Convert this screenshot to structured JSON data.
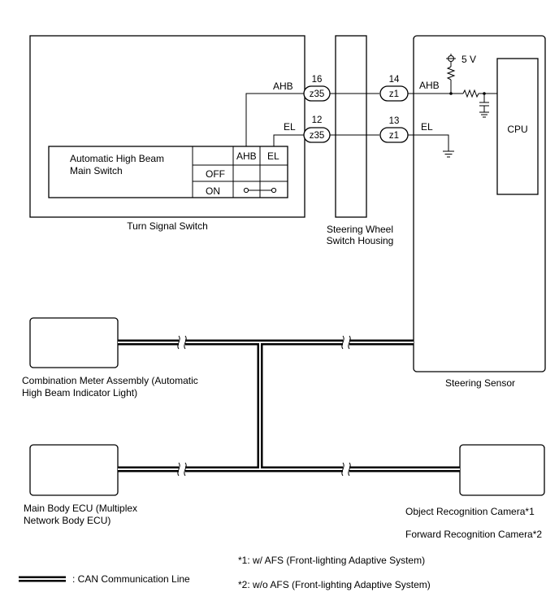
{
  "turn_signal_switch": {
    "label": "Turn Signal Switch",
    "sub_switch": {
      "name_line1": "Automatic High Beam",
      "name_line2": "Main Switch",
      "columns": [
        "AHB",
        "EL"
      ],
      "rows": [
        "OFF",
        "ON"
      ]
    },
    "terminals": [
      {
        "signal": "AHB",
        "pin": "16",
        "connector": "z35"
      },
      {
        "signal": "EL",
        "pin": "12",
        "connector": "z35"
      }
    ]
  },
  "steering_wheel_housing": {
    "label_line1": "Steering Wheel",
    "label_line2": "Switch Housing"
  },
  "steering_sensor": {
    "label": "Steering Sensor",
    "cpu_label": "CPU",
    "supply_label": "5 V",
    "terminals": [
      {
        "signal": "AHB",
        "pin": "14",
        "connector": "z1"
      },
      {
        "signal": "EL",
        "pin": "13",
        "connector": "z1"
      }
    ]
  },
  "combination_meter": {
    "label_line1": "Combination Meter Assembly (Automatic",
    "label_line2": "High Beam Indicator Light)"
  },
  "main_body_ecu": {
    "label_line1": "Main Body ECU (Multiplex",
    "label_line2": "Network Body ECU)"
  },
  "camera": {
    "label1": "Object Recognition Camera*1",
    "label2": "Forward Recognition Camera*2"
  },
  "notes": [
    "*1: w/ AFS (Front-lighting Adaptive System)",
    "*2: w/o AFS (Front-lighting Adaptive System)"
  ],
  "legend": {
    "can_label": ": CAN Communication Line"
  }
}
